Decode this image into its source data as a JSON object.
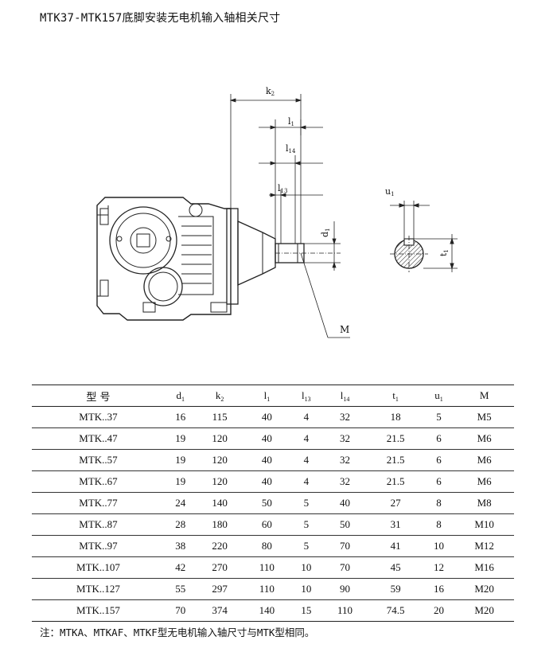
{
  "title": "MTK37-MTK157底脚安装无电机输入轴相关尺寸",
  "drawing": {
    "labels": {
      "k2": "k",
      "k2_sub": "2",
      "l1": "l",
      "l1_sub": "1",
      "l14": "l",
      "l14_sub": "14",
      "l13": "l",
      "l13_sub": "13",
      "d1": "d",
      "d1_sub": "1",
      "M": "M",
      "u1": "u",
      "u1_sub": "1",
      "t1": "t",
      "t1_sub": "1"
    }
  },
  "table": {
    "headers": [
      {
        "main": "型 号",
        "sub": ""
      },
      {
        "main": "d",
        "sub": "1"
      },
      {
        "main": "k",
        "sub": "2"
      },
      {
        "main": "l",
        "sub": "1"
      },
      {
        "main": "l",
        "sub": "13"
      },
      {
        "main": "l",
        "sub": "14"
      },
      {
        "main": "t",
        "sub": "1"
      },
      {
        "main": "u",
        "sub": "1"
      },
      {
        "main": "M",
        "sub": ""
      }
    ],
    "rows": [
      [
        "MTK..37",
        "16",
        "115",
        "40",
        "4",
        "32",
        "18",
        "5",
        "M5"
      ],
      [
        "MTK..47",
        "19",
        "120",
        "40",
        "4",
        "32",
        "21.5",
        "6",
        "M6"
      ],
      [
        "MTK..57",
        "19",
        "120",
        "40",
        "4",
        "32",
        "21.5",
        "6",
        "M6"
      ],
      [
        "MTK..67",
        "19",
        "120",
        "40",
        "4",
        "32",
        "21.5",
        "6",
        "M6"
      ],
      [
        "MTK..77",
        "24",
        "140",
        "50",
        "5",
        "40",
        "27",
        "8",
        "M8"
      ],
      [
        "MTK..87",
        "28",
        "180",
        "60",
        "5",
        "50",
        "31",
        "8",
        "M10"
      ],
      [
        "MTK..97",
        "38",
        "220",
        "80",
        "5",
        "70",
        "41",
        "10",
        "M12"
      ],
      [
        "MTK..107",
        "42",
        "270",
        "110",
        "10",
        "70",
        "45",
        "12",
        "M16"
      ],
      [
        "MTK..127",
        "55",
        "297",
        "110",
        "10",
        "90",
        "59",
        "16",
        "M20"
      ],
      [
        "MTK..157",
        "70",
        "374",
        "140",
        "15",
        "110",
        "74.5",
        "20",
        "M20"
      ]
    ]
  },
  "note": "注：MTKA、MTKAF、MTKF型无电机输入轴尺寸与MTK型相同。"
}
